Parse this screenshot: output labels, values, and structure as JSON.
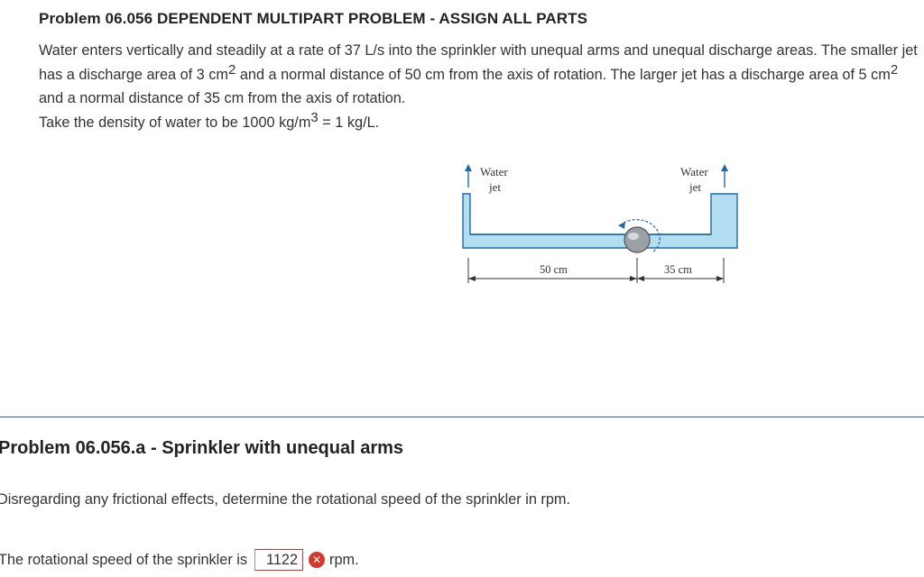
{
  "problem": {
    "title": "Problem 06.056 DEPENDENT MULTIPART PROBLEM - ASSIGN ALL PARTS",
    "para": {
      "s1": "Water enters vertically and steadily at a rate of 37 L/s into the sprinkler with unequal arms and unequal discharge areas. The smaller jet has a discharge area of 3 cm",
      "sup1": "2",
      "s2": " and a normal distance of 50 cm from the axis of rotation. The larger jet has a discharge area of 5 cm",
      "sup2": "2",
      "s3": " and a normal distance of 35 cm from the axis of rotation.",
      "s4": "Take the density of water to be 1000 kg/m",
      "sup3": "3",
      "s5": " = 1 kg/L."
    }
  },
  "figure": {
    "left_jet_label_1": "Water",
    "left_jet_label_2": "jet",
    "right_jet_label_1": "Water",
    "right_jet_label_2": "jet",
    "left_dimension": "50 cm",
    "right_dimension": "35 cm",
    "colors": {
      "pipe_fill": "#b3def2",
      "pipe_stroke": "#1f6aa5",
      "arrow": "#1f6aa5",
      "hub": "#9aa0a6"
    }
  },
  "part_a": {
    "title": "Problem 06.056.a - Sprinkler with unequal arms",
    "question": "Disregarding any frictional effects, determine the rotational speed of the sprinkler in rpm.",
    "answer_prefix": "The rotational speed of the sprinkler is",
    "answer_value": "1122",
    "answer_status_icon": "x-icon",
    "answer_status": "incorrect",
    "answer_unit": "rpm."
  }
}
